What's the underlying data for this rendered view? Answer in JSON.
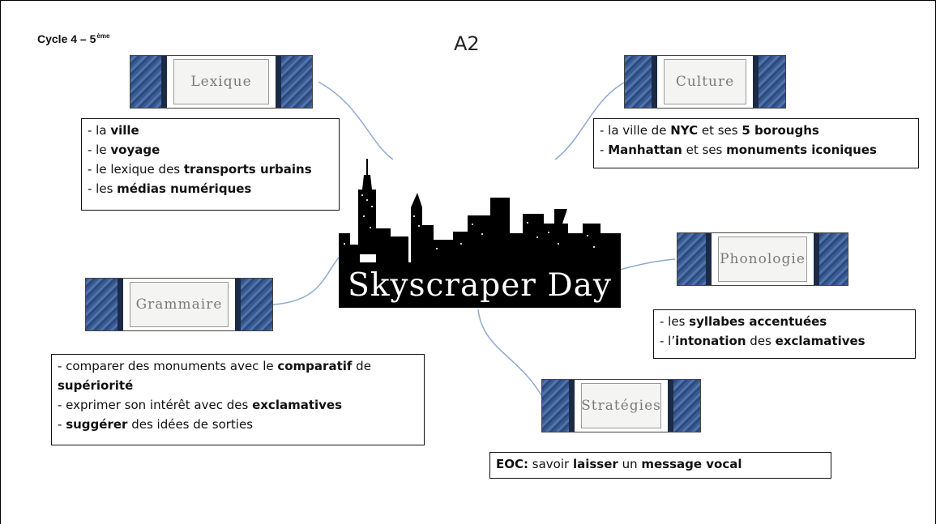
{
  "header": {
    "cycle_label": "Cycle 4 – 5",
    "cycle_sup": "ème",
    "level": "A2"
  },
  "center": {
    "title": "Skyscraper Day"
  },
  "lexique": {
    "title": "Lexique",
    "items": [
      {
        "a": "- la ",
        "b": "ville",
        "c": ""
      },
      {
        "a": "- le ",
        "b": "voyage",
        "c": ""
      },
      {
        "a": "- le lexique des ",
        "b": "transports urbains",
        "c": ""
      },
      {
        "a": "- les ",
        "b": "médias numériques",
        "c": ""
      }
    ]
  },
  "culture": {
    "title": "Culture",
    "line1": {
      "a": "- la ville de ",
      "b": "NYC",
      "c": " et ses ",
      "d": "5 boroughs"
    },
    "line2": {
      "a": "- ",
      "b": "Manhattan",
      "c": " et ses ",
      "d": "monuments iconiques"
    }
  },
  "phonologie": {
    "title": "Phonologie",
    "line1": {
      "a": "- les ",
      "b": "syllabes accentuées"
    },
    "line2": {
      "a": "- l’",
      "b": "intonation",
      "c": " des ",
      "d": "exclamatives"
    }
  },
  "grammaire": {
    "title": "Grammaire",
    "line1": {
      "a": "- comparer des monuments avec le ",
      "b": "comparatif",
      "c": " de"
    },
    "line2": {
      "b": "supériorité"
    },
    "line3": {
      "a": "- exprimer son intérêt avec des ",
      "b": "exclamatives"
    },
    "line4": {
      "a": "- ",
      "b": "suggérer",
      "c": " des idées de sorties"
    }
  },
  "strategies": {
    "title": "Stratégies",
    "line1": {
      "a": "EOC:",
      "b": " savoir ",
      "c": "laisser",
      "d": " un ",
      "e": "message vocal"
    }
  },
  "colors": {
    "banner_blue": "#3a5a92",
    "connector": "#8eaad0",
    "skyline": "#000000"
  }
}
